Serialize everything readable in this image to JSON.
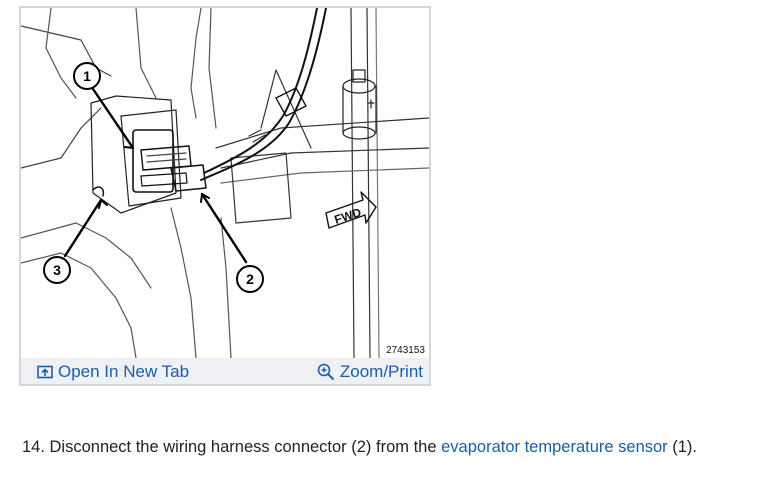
{
  "figure": {
    "callouts": [
      "1",
      "2",
      "3"
    ],
    "fwd_label": "FWD",
    "figure_number": "2743153"
  },
  "toolbar": {
    "open_new_tab_label": "Open In New Tab",
    "open_icon": "open-in-new-tab-icon",
    "zoom_print_label": "Zoom/Print",
    "zoom_icon": "zoom-in-icon"
  },
  "step": {
    "prefix": "14. Disconnect the wiring harness connector (2) from the ",
    "link_text": "evaporator temperature sensor",
    "suffix": " (1)."
  },
  "colors": {
    "link": "#1a5ea8",
    "toolbar_bg": "#eef0f4",
    "frame_border": "#d7d7d7"
  }
}
